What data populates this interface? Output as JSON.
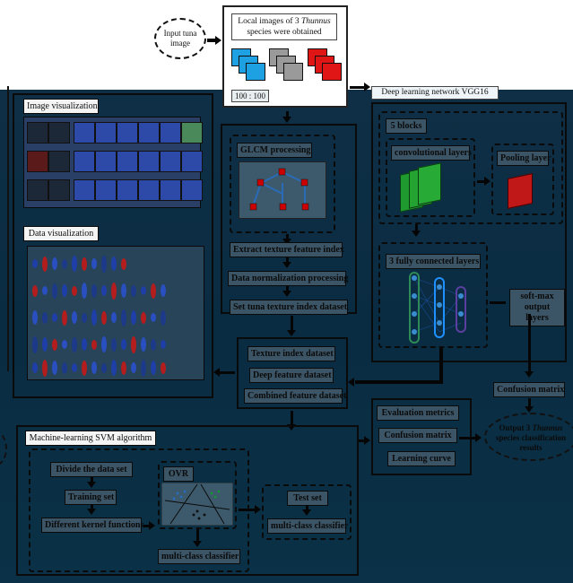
{
  "diagram": {
    "input": "Input tuna image",
    "local_images": {
      "line1": "Local images of 3",
      "species": "Thunnus",
      "line2": "species were obtained",
      "size": "100 : 100"
    },
    "vgg": "Deep learning network VGG16",
    "image_visualization": "Image visualization",
    "data_visualization": "Data visualization",
    "glcm": {
      "title": "GLCM processing",
      "steps": [
        "Extract texture feature index",
        "Data normalization processing",
        "Set tuna texture index dataset"
      ]
    },
    "datasets": [
      "Texture index dataset",
      "Deep feature dataset",
      "Combined feature dataset"
    ],
    "vgg_blocks": {
      "blocks": "5 blocks",
      "conv": "convolutional layers",
      "pool": "Pooling layer",
      "fc": "3 fully connected layers",
      "softmax": "soft-max output layers"
    },
    "confusion_matrix_right": "Confusion matrix",
    "output": {
      "line1": "Output 3",
      "species": "Thunnus",
      "line2": "species classification results"
    },
    "evaluation": [
      "Evaluation metrics",
      "Confusion matrix",
      "Learning curve"
    ],
    "svm": {
      "title": "Machine-learning SVM algorithm",
      "divide": "Divide the data set",
      "training": "Training set",
      "kernels": "Different kernel functions",
      "ovr": "OVR",
      "multi1": "multi-class classifier",
      "test": "Test set",
      "multi2": "multi-class classifier"
    }
  },
  "colors": {
    "dark_bg": "#0a2c42",
    "label_fill": "#3b5566",
    "green_block": "#1f9a2e",
    "red_block": "#c01818"
  }
}
